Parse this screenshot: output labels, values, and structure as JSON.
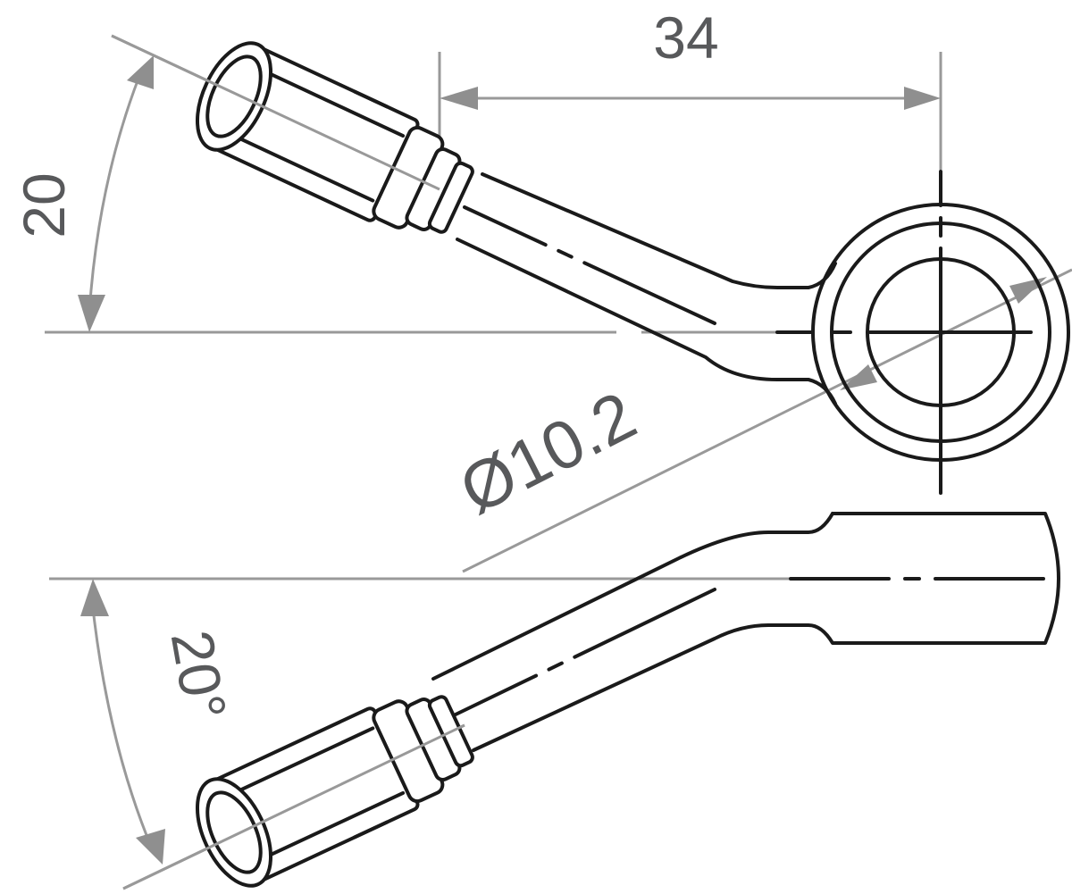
{
  "drawing": {
    "title": "Banjo fitting technical drawing",
    "colors": {
      "object_line": "#1a1a1a",
      "dimension_line": "#999999",
      "dimension_text": "#58595b",
      "background": "#ffffff"
    },
    "dimensions": {
      "length": {
        "label": "34",
        "units": "mm"
      },
      "offset": {
        "label": "20",
        "units": "mm"
      },
      "bore_diameter": {
        "label": "Ø10.2",
        "units": "mm"
      },
      "bend_angle": {
        "label": "20°",
        "units": "deg"
      }
    },
    "views": [
      {
        "name": "top-view",
        "description": "Banjo eye with angled hose fitting (offset view)"
      },
      {
        "name": "side-view",
        "description": "Banjo with 20° bent hose fitting"
      }
    ]
  }
}
